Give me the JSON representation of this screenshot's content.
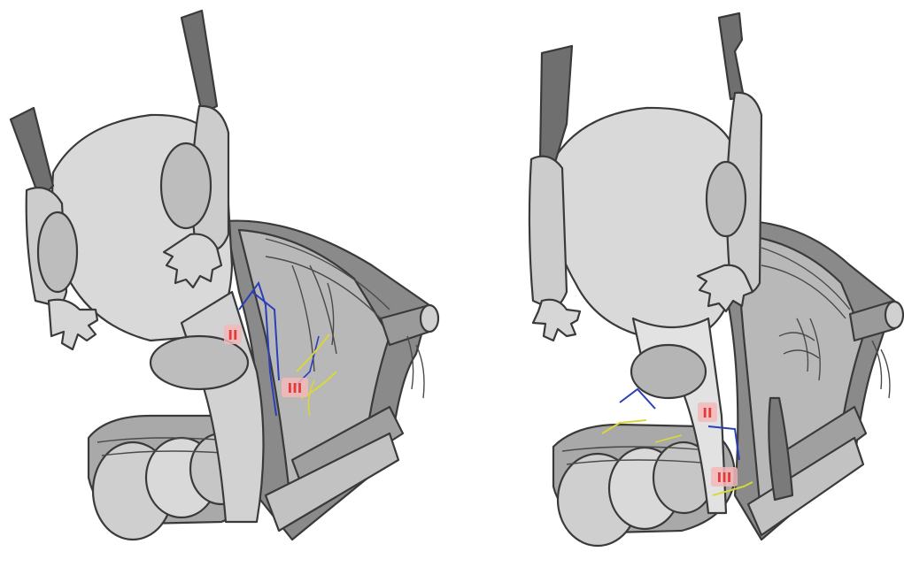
{
  "figures": [
    {
      "id": "left",
      "markers": [
        {
          "label": "II",
          "color": "#e23b3b"
        },
        {
          "label": "III",
          "color": "#e23b3b"
        }
      ],
      "lines": {
        "blue": "#2a3fb8",
        "yellow": "#d8d83a"
      }
    },
    {
      "id": "right",
      "markers": [
        {
          "label": "II",
          "color": "#e23b3b"
        },
        {
          "label": "III",
          "color": "#e23b3b"
        }
      ],
      "lines": {
        "blue": "#2a3fb8",
        "yellow": "#d8d83a"
      }
    }
  ],
  "palette": {
    "light_tissue": "#d9d9d9",
    "mid_tissue": "#b5b5b5",
    "dark_tissue": "#7a7a7a",
    "outline": "#3a3a3a",
    "marker_fill": "#f3b8b8"
  }
}
